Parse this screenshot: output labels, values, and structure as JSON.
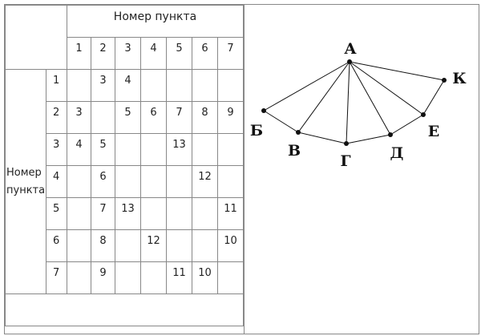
{
  "table": {
    "col_header": "Номер пункта",
    "row_header": "Номер пункта",
    "columns": [
      "1",
      "2",
      "3",
      "4",
      "5",
      "6",
      "7"
    ],
    "rows": [
      {
        "label": "1",
        "cells": [
          "",
          "3",
          "4",
          "",
          "",
          "",
          ""
        ]
      },
      {
        "label": "2",
        "cells": [
          "3",
          "",
          "5",
          "6",
          "7",
          "8",
          "9"
        ]
      },
      {
        "label": "3",
        "cells": [
          "4",
          "5",
          "",
          "",
          "13",
          "",
          ""
        ]
      },
      {
        "label": "4",
        "cells": [
          "",
          "6",
          "",
          "",
          "",
          "12",
          ""
        ]
      },
      {
        "label": "5",
        "cells": [
          "",
          "7",
          "13",
          "",
          "",
          "",
          "11"
        ]
      },
      {
        "label": "6",
        "cells": [
          "",
          "8",
          "",
          "12",
          "",
          "",
          "10"
        ]
      },
      {
        "label": "7",
        "cells": [
          "",
          "9",
          "",
          "",
          "11",
          "10",
          ""
        ]
      }
    ]
  },
  "graph": {
    "vertices": [
      "А",
      "Б",
      "В",
      "Г",
      "Д",
      "Е",
      "К"
    ]
  }
}
